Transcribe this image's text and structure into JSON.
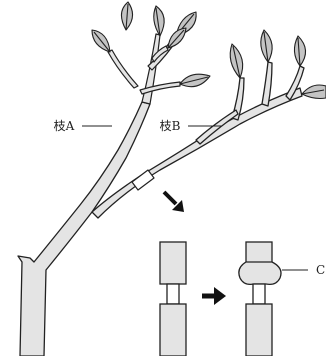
{
  "labels": {
    "branch_a": "枝A",
    "branch_b": "枝B",
    "label_c": "C"
  },
  "colors": {
    "ink": "#222222",
    "leaf_fill": "#c9c9c9",
    "leaf_dark": "#a9a9a9",
    "stem_fill": "#e4e4e4",
    "ring_fill": "#ffffff"
  },
  "icons": {
    "arrow": "arrow-right-icon",
    "diagonal_arrow": "arrow-down-right-icon"
  }
}
